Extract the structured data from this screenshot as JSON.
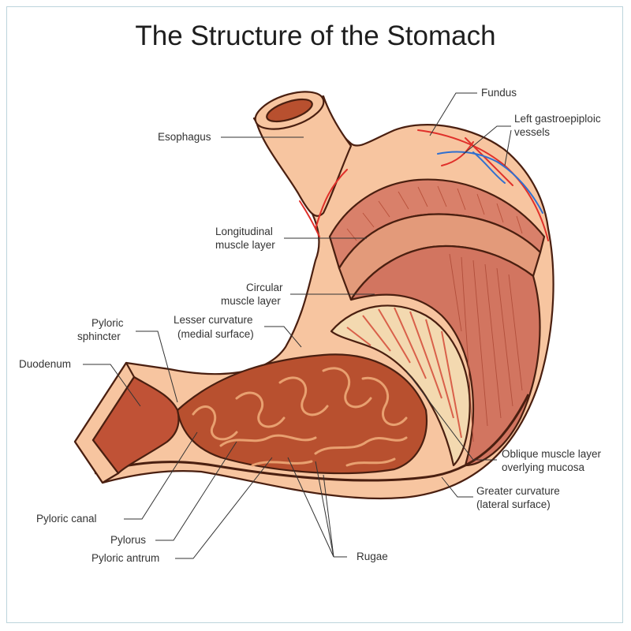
{
  "title": "The Structure of the Stomach",
  "labels": {
    "fundus": "Fundus",
    "left_gastro_1": "Left gastroepiploic",
    "left_gastro_2": "vessels",
    "esophagus": "Esophagus",
    "longitudinal_1": "Longitudinal",
    "longitudinal_2": "muscle layer",
    "circular_1": "Circular",
    "circular_2": "muscle layer",
    "pyloric_sphincter_1": "Pyloric",
    "pyloric_sphincter_2": "sphincter",
    "lesser_curvature_1": "Lesser curvature",
    "lesser_curvature_2": "(medial surface)",
    "duodenum": "Duodenum",
    "oblique_1": "Oblique muscle layer",
    "oblique_2": "overlying mucosa",
    "greater_curvature_1": "Greater curvature",
    "greater_curvature_2": "(lateral surface)",
    "pyloric_canal": "Pyloric canal",
    "pylorus": "Pylorus",
    "pyloric_antrum": "Pyloric antrum",
    "rugae": "Rugae"
  },
  "colors": {
    "outline": "#4a1f10",
    "skin": "#f7c5a0",
    "muscle": "#d9806a",
    "muscle_dark": "#c2583f",
    "mucosa": "#b8502f",
    "mucosa_light": "#e8a070",
    "artery": "#e0302a",
    "vein": "#2f6fd0",
    "leader": "#333333"
  }
}
